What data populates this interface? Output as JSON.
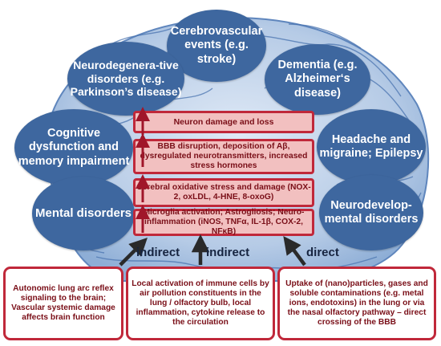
{
  "outcomes": {
    "cerebrovascular": "Cerebrovascular events (e.g. stroke)",
    "neurodegenerative": "Neurodegenera-tive disorders (e.g. Parkinson’s disease)",
    "dementia": "Dementia (e.g. Alzheimer‘s disease)",
    "cognitive": "Cognitive dysfunction and memory impairment",
    "headache": "Headache and migraine; Epilepsy",
    "mental": "Mental disorders",
    "neurodevelopmental": "Neurodevelop-mental disorders"
  },
  "mechanisms": [
    "Neuron damage and loss",
    "BBB disruption, deposition of Aβ, dysregulated neurotransmitters, increased stress hormones",
    "Cerebral oxidative stress and damage (NOX-2, oxLDL, 4-HNE, 8-oxoG)",
    "Microglia activation; Astrogliosis; Neuro-inflammation (iNOS, TNFα, IL-1β, COX-2, NFκB)"
  ],
  "pathways": {
    "indirect_1": "indirect",
    "indirect_2": "indirect",
    "direct": "direct"
  },
  "routes": [
    "Autonomic lung arc reflex signaling to the brain; Vascular systemic damage affects brain function",
    "Local activation of immune cells by air pollution constituents in the lung / olfactory bulb, local inflammation, cytokine release to the circulation",
    "Uptake of (nano)particles, gases and soluble contaminations (e.g. metal ions, endotoxins) in the lung or via the nasal olfactory pathway – direct crossing of the BBB"
  ]
}
